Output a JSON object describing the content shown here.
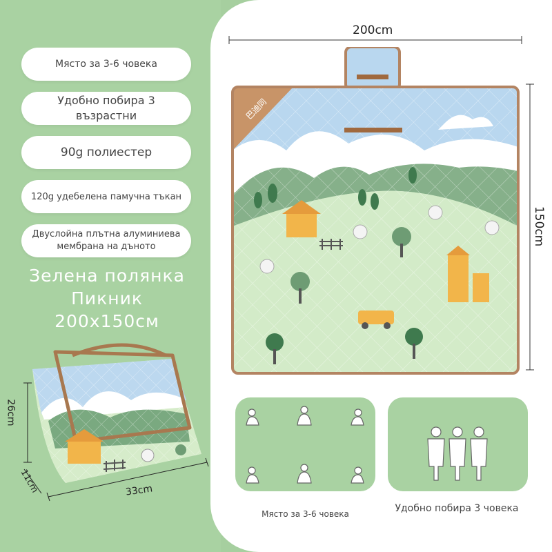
{
  "features": [
    {
      "text": "Място за 3-6 човека"
    },
    {
      "text": "Удобно побира 3 възрастни"
    },
    {
      "text": "90g полиестер"
    },
    {
      "text": "120g удебелена памучна тъкан"
    },
    {
      "text": "Двуслойна плътна алуминиева мембрана на дъното"
    }
  ],
  "headline": {
    "line1": "Зелена полянка",
    "line2": "Пикник",
    "line3": "200x150cм"
  },
  "dimensions": {
    "width": "200cm",
    "height": "150cm",
    "bag_height": "26cm",
    "bag_depth": "11cm",
    "bag_length": "33cm"
  },
  "mat_label": "巴迪同",
  "captions": {
    "left": "Място за 3-6 човека",
    "right": "Удобно побира 3 човека"
  },
  "colors": {
    "accent_green": "#a9d2a2",
    "sky_blue": "#b9d7ef",
    "meadow_green": "#d3ebc8",
    "border_brown": "#b38462"
  }
}
